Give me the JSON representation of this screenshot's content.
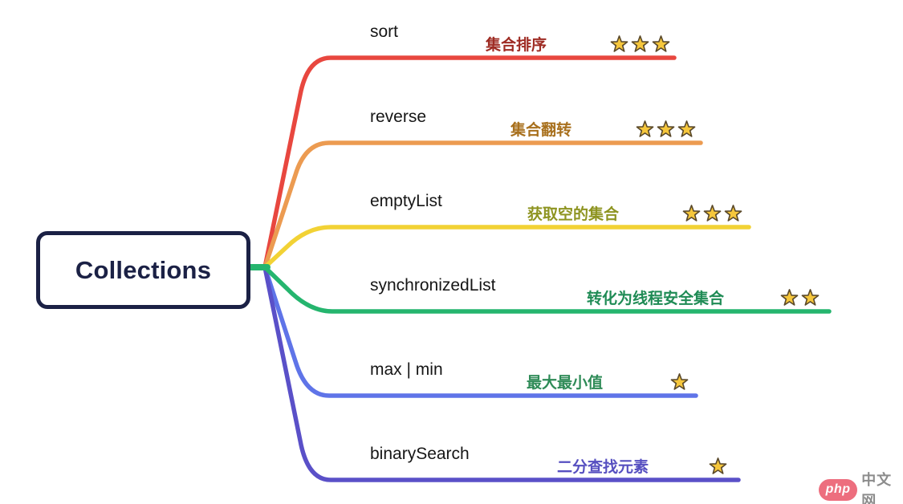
{
  "root": {
    "label": "Collections",
    "border_color": "#1B2145",
    "connector_color": "#25B56E"
  },
  "branches": [
    {
      "id": "sort",
      "label": "sort",
      "description": "集合排序",
      "stars": 3,
      "line_color": "#E8473F",
      "description_color": "#9E2B23"
    },
    {
      "id": "reverse",
      "label": "reverse",
      "description": "集合翻转",
      "stars": 3,
      "line_color": "#EC9B51",
      "description_color": "#A8701D"
    },
    {
      "id": "emptyList",
      "label": "emptyList",
      "description": "获取空的集合",
      "stars": 3,
      "line_color": "#F2D235",
      "description_color": "#8E9421"
    },
    {
      "id": "synchronizedList",
      "label": "synchronizedList",
      "description": "转化为线程安全集合",
      "stars": 2,
      "line_color": "#25B56E",
      "description_color": "#1F8B55"
    },
    {
      "id": "max-min",
      "label": "max | min",
      "description": "最大最小值",
      "stars": 1,
      "line_color": "#5F74E8",
      "description_color": "#2E8B57"
    },
    {
      "id": "binarySearch",
      "label": "binarySearch",
      "description": "二分查找元素",
      "stars": 1,
      "line_color": "#5A50C8",
      "description_color": "#564FC0"
    }
  ],
  "star_color": "#F6C73C",
  "star_outline_color": "#5B4A2B",
  "watermark": {
    "badge": "php",
    "text": "中文网",
    "badge_color": "#ED6E7E"
  }
}
